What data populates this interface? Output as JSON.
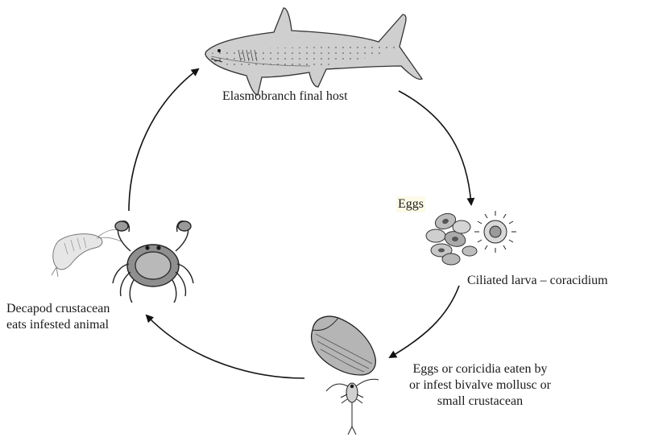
{
  "stages": {
    "host_label": "Elasmobranch final host",
    "eggs_label": "Eggs",
    "larva_label": "Ciliated larva – coracidium",
    "intermediate_label_lines": [
      "Eggs or coricidia eaten by",
      "or infest bivalve mollusc or",
      "small crustacean"
    ],
    "decapod_label_lines": [
      "Decapod crustacean",
      "eats infested animal"
    ]
  },
  "icons": [
    "shark-icon",
    "eggs-icon",
    "coracidium-icon",
    "clam-icon",
    "copepod-icon",
    "shrimp-icon",
    "crab-icon"
  ],
  "colors": {
    "ink": "#1a1a1a",
    "arrow": "#111111"
  }
}
